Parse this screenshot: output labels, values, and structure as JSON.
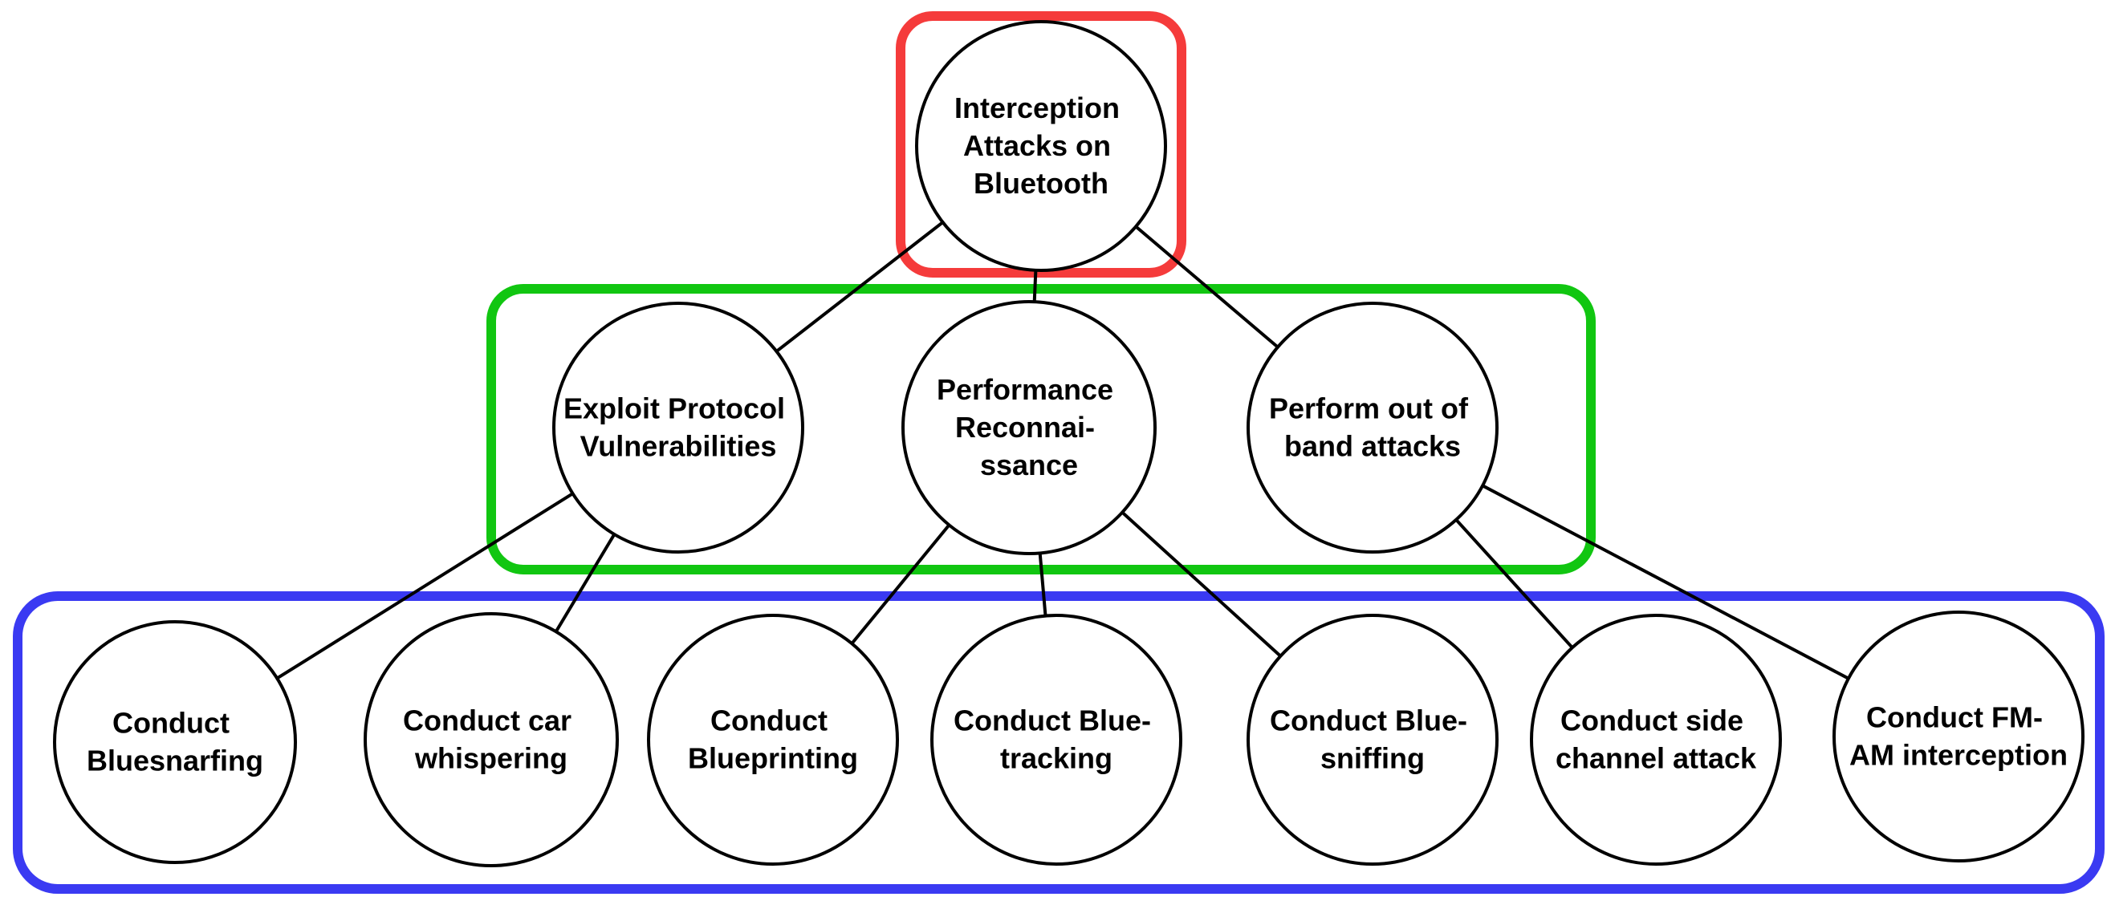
{
  "colors": {
    "top_group": "#f53b3b",
    "middle_group": "#11c611",
    "bottom_group": "#3a3af2",
    "node_fill": "#ffffff",
    "node_stroke": "#000000",
    "edge": "#000000"
  },
  "nodes": {
    "root": {
      "lines": [
        "Interception",
        "Attacks on",
        "Bluetooth"
      ]
    },
    "exploit": {
      "lines": [
        "Exploit Protocol",
        "Vulnerabilities"
      ]
    },
    "recon": {
      "lines": [
        "Performance",
        "Reconnai-",
        "ssance"
      ]
    },
    "outofband": {
      "lines": [
        "Perform out of",
        "band attacks"
      ]
    },
    "bluesnarfing": {
      "lines": [
        "Conduct",
        "Bluesnarfing"
      ]
    },
    "carwhispering": {
      "lines": [
        "Conduct car",
        "whispering"
      ]
    },
    "blueprinting": {
      "lines": [
        "Conduct",
        "Blueprinting"
      ]
    },
    "bluetracking": {
      "lines": [
        "Conduct Blue-",
        "tracking"
      ]
    },
    "bluesniffing": {
      "lines": [
        "Conduct Blue-",
        "sniffing"
      ]
    },
    "sidechannel": {
      "lines": [
        "Conduct side",
        "channel attack"
      ]
    },
    "fmam": {
      "lines": [
        "Conduct  FM-",
        "AM interception"
      ]
    }
  },
  "edges": [
    [
      "root",
      "exploit"
    ],
    [
      "root",
      "recon"
    ],
    [
      "root",
      "outofband"
    ],
    [
      "exploit",
      "bluesnarfing"
    ],
    [
      "exploit",
      "carwhispering"
    ],
    [
      "recon",
      "blueprinting"
    ],
    [
      "recon",
      "bluetracking"
    ],
    [
      "recon",
      "bluesniffing"
    ],
    [
      "outofband",
      "sidechannel"
    ],
    [
      "outofband",
      "fmam"
    ]
  ]
}
